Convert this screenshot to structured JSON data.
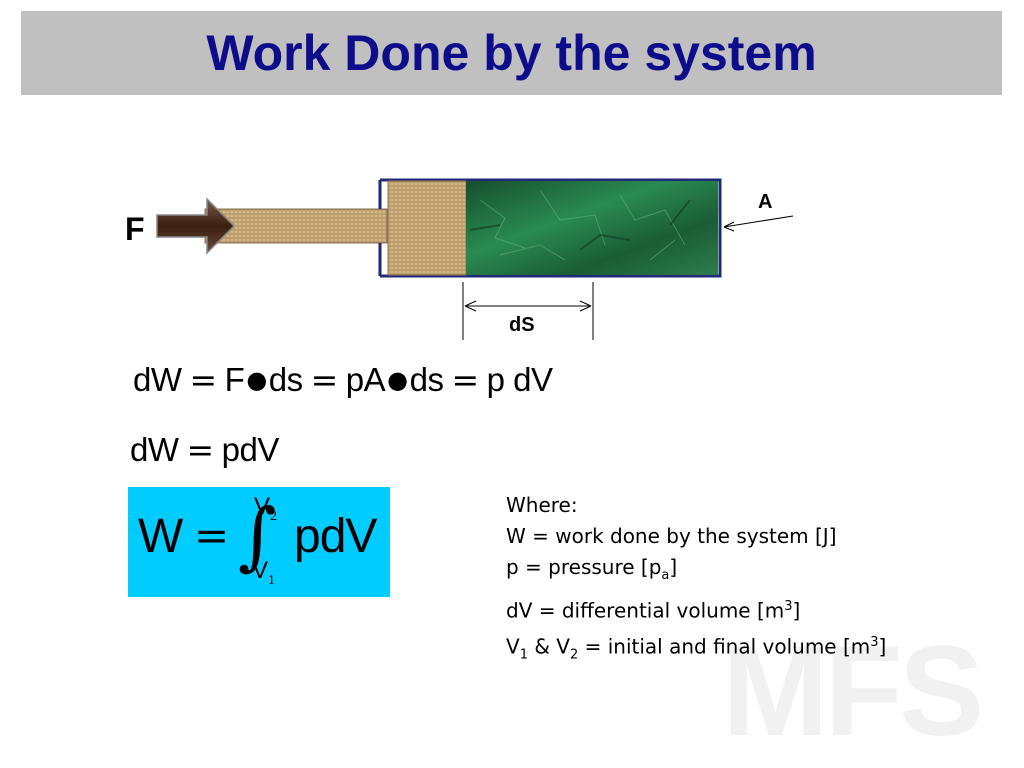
{
  "slide": {
    "title": "Work Done by the system",
    "watermark": "MFS"
  },
  "diagram": {
    "force_label": "F",
    "area_label": "A",
    "displacement_label": "dS"
  },
  "equations": {
    "eq1": {
      "dW": "dW",
      "eq_a": "=",
      "F": "F",
      "ds1": "ds",
      "eq_b": "=",
      "pA": "pA",
      "ds2": "ds",
      "eq_c": "=",
      "pdV": "p dV"
    },
    "eq2": {
      "dW": "dW",
      "eq": "=",
      "pdV": "pdV"
    },
    "integral": {
      "W": "W",
      "eq": "=",
      "upper_var": "V",
      "upper_sub": "2",
      "lower_var": "V",
      "lower_sub": "1",
      "pdV": "pdV"
    }
  },
  "legend": {
    "heading": "Where:",
    "line_w": "W = work done by the system [J]",
    "line_p_prefix": "p  = pressure [p",
    "line_p_sub": "a",
    "line_p_suffix": "]",
    "line_dv_prefix": "dV = differential volume [m",
    "line_dv_sup": "3",
    "line_dv_suffix": "]",
    "line_v_v1": "V",
    "line_v_sub1": "1",
    "line_v_amp": " & V",
    "line_v_sub2": "2",
    "line_v_mid": " = initial and final volume [m",
    "line_v_sup": "3",
    "line_v_suffix": "]"
  },
  "colors": {
    "title_text": "#0d0d8c",
    "title_bar": "#c0c0c0",
    "box_fill": "#00ccff",
    "cylinder_border": "#1f2a7a",
    "gas": "#1e6b3e",
    "piston": "#c8ac78",
    "arrow": "#4a2a1a"
  }
}
